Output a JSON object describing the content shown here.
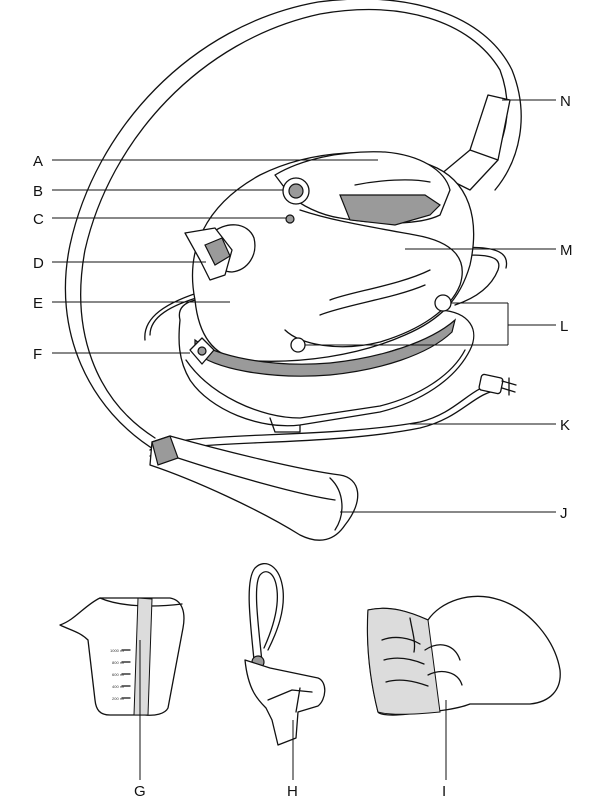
{
  "labels": {
    "A": "A",
    "B": "B",
    "C": "C",
    "D": "D",
    "E": "E",
    "F": "F",
    "G": "G",
    "H": "H",
    "I": "I",
    "J": "J",
    "K": "K",
    "L": "L",
    "M": "M",
    "N": "N"
  },
  "icons": {
    "main_unit": "steam-generator-illustration",
    "measuring_cup": "measuring-cup-illustration",
    "hanger": "garment-hanger-illustration",
    "glove": "protective-glove-illustration"
  }
}
